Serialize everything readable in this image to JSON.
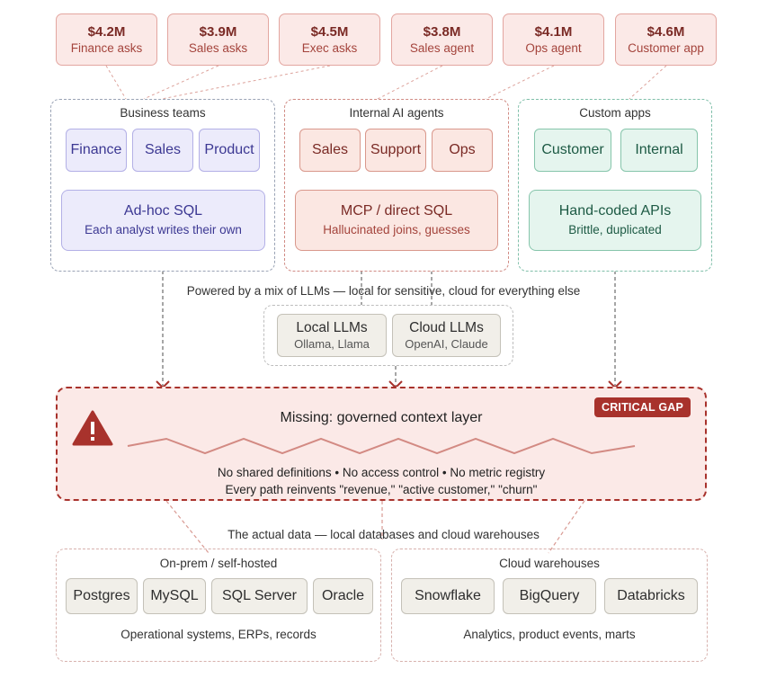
{
  "costs": [
    {
      "amount": "$4.2M",
      "label": "Finance asks"
    },
    {
      "amount": "$3.9M",
      "label": "Sales asks"
    },
    {
      "amount": "$4.5M",
      "label": "Exec asks"
    },
    {
      "amount": "$3.8M",
      "label": "Sales agent"
    },
    {
      "amount": "$4.1M",
      "label": "Ops agent"
    },
    {
      "amount": "$4.6M",
      "label": "Customer app"
    }
  ],
  "business": {
    "title": "Business teams",
    "teams": [
      "Finance",
      "Sales",
      "Product"
    ],
    "box_title": "Ad-hoc SQL",
    "box_sub": "Each analyst writes their own"
  },
  "agents": {
    "title": "Internal AI agents",
    "teams": [
      "Sales",
      "Support",
      "Ops"
    ],
    "box_title": "MCP / direct SQL",
    "box_sub": "Hallucinated joins, guesses"
  },
  "apps": {
    "title": "Custom apps",
    "teams": [
      "Customer",
      "Internal"
    ],
    "box_title": "Hand-coded APIs",
    "box_sub": "Brittle, duplicated"
  },
  "llm": {
    "caption": "Powered by a mix of LLMs — local for sensitive, cloud for everything else",
    "local_title": "Local LLMs",
    "local_sub": "Ollama, Llama",
    "cloud_title": "Cloud LLMs",
    "cloud_sub": "OpenAI, Claude"
  },
  "gap": {
    "badge": "CRITICAL GAP",
    "title": "Missing: governed context layer",
    "line1": "No shared definitions • No access control • No metric registry",
    "line2": "Every path reinvents \"revenue,\" \"active customer,\" \"churn\""
  },
  "data_caption": "The actual data — local databases and cloud warehouses",
  "onprem": {
    "title": "On-prem / self-hosted",
    "items": [
      "Postgres",
      "MySQL",
      "SQL Server",
      "Oracle"
    ],
    "footer": "Operational systems, ERPs, records"
  },
  "cloud": {
    "title": "Cloud warehouses",
    "items": [
      "Snowflake",
      "BigQuery",
      "Databricks"
    ],
    "footer": "Analytics, product events, marts"
  },
  "colors": {
    "accent_red": "#a8322c",
    "purple": "#3c3893",
    "green": "#1d5a44"
  },
  "icons": [
    "warning-icon",
    "cross-icon",
    "arrow-down-icon"
  ]
}
